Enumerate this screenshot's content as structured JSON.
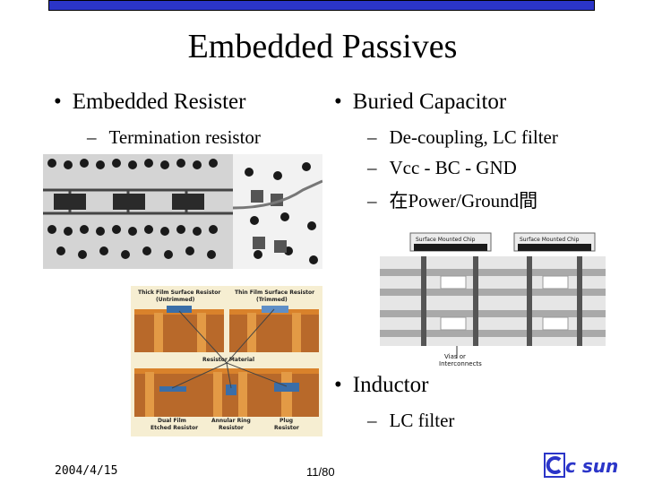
{
  "slide": {
    "title": "Embedded Passives",
    "left_bullet": "Embedded Resister",
    "left_sub": "Termination resistor",
    "right_bullet": "Buried Capacitor",
    "right_subs": [
      "De-coupling, LC filter",
      "Vcc - BC - GND",
      "在Power/Ground間"
    ],
    "inductor_bullet": "Inductor",
    "inductor_sub": "LC filter",
    "bullet_glyph": "•",
    "dash_glyph": "–"
  },
  "resistor_diagram": {
    "top_left": "Thick Film Surface Resistor",
    "top_left_sub": "(Untrimmed)",
    "top_right": "Thin Film Surface Resistor",
    "top_right_sub": "(Trimmed)",
    "middle": "Resistor Material",
    "bottom_left": "Dual Film",
    "bottom_left_sub": "Etched Resistor",
    "bottom_mid": "Annular Ring",
    "bottom_mid_sub": "Resistor",
    "bottom_right": "Plug",
    "bottom_right_sub": "Resistor"
  },
  "capacitor_diagram": {
    "chip_left": "Surface Mounted Chip",
    "chip_right": "Surface Mounted Chip",
    "vias": "Vias or",
    "vias_sub": "Interconnects"
  },
  "footer": {
    "date": "2004/4/15",
    "page": "11/80",
    "logo_text": "c sun"
  },
  "colors": {
    "accent": "#2b35c8",
    "copper": "#d9822b",
    "board": "#b8692a"
  }
}
